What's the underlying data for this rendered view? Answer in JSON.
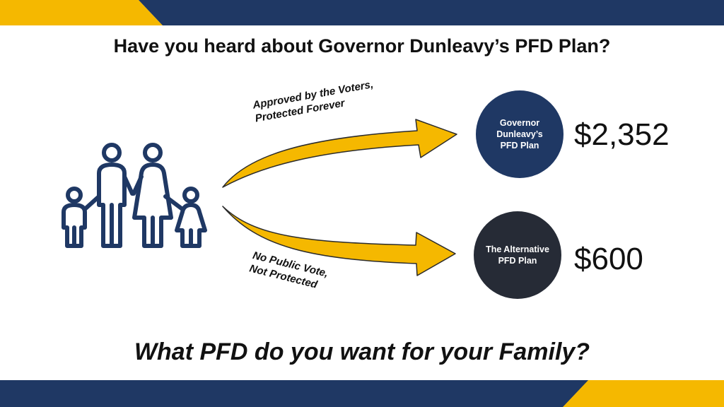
{
  "headline": "Have you heard about Governor Dunleavy’s PFD Plan?",
  "arrow_top": {
    "line1": "Approved by the Voters,",
    "line2": "Protected Forever"
  },
  "arrow_bottom": {
    "line1": "No Public Vote,",
    "line2": "Not Protected"
  },
  "plan_governor": {
    "line1": "Governor",
    "line2": "Dunleavy’s",
    "line3": "PFD Plan",
    "amount": "$2,352"
  },
  "plan_alternative": {
    "line1": "The Alternative",
    "line2": "PFD Plan",
    "amount": "$600"
  },
  "closing_question": "What PFD do you want for your Family?",
  "icons": {
    "family": "family-icon",
    "arrow_up": "curved-arrow-up-icon",
    "arrow_down": "curved-arrow-down-icon"
  },
  "colors": {
    "navy": "#1f3864",
    "gold": "#f5b800",
    "dark": "#262b36",
    "text": "#111111"
  }
}
